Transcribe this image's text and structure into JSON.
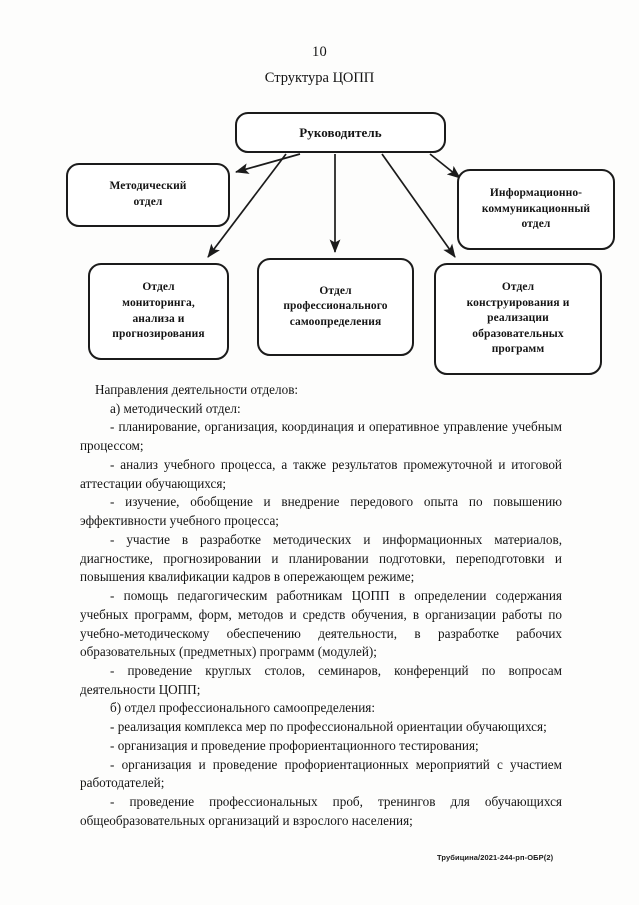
{
  "page": {
    "number": "10",
    "title": "Структура ЦОПП",
    "footer_reference": "Трубицина/2021-244-рп-ОБР(2)",
    "background_color": "#fdfdfc",
    "ink_color": "#141414"
  },
  "diagram": {
    "type": "org-chart",
    "root": {
      "label": "Руководитель"
    },
    "nodes": [
      {
        "id": "methodical",
        "label": "Методический\nотдел"
      },
      {
        "id": "info",
        "label": "Информационно-\nкоммуникационный\nотдел"
      },
      {
        "id": "monitoring",
        "label": "Отдел\nмониторинга,\nанализа и\nпрогнозирования"
      },
      {
        "id": "professional",
        "label": "Отдел\nпрофессионального\nсамоопределения"
      },
      {
        "id": "construction",
        "label": "Отдел\nконструирования и\nреализации\nобразовательных\nпрограмм"
      }
    ],
    "edges": [
      {
        "from": "root",
        "to": "methodical"
      },
      {
        "from": "root",
        "to": "monitoring"
      },
      {
        "from": "root",
        "to": "professional"
      },
      {
        "from": "root",
        "to": "construction"
      },
      {
        "from": "root",
        "to": "info"
      }
    ]
  },
  "content": {
    "intro": "Направления деятельности отделов:",
    "section_a_heading": "а) методический отдел:",
    "a_items": [
      "- планирование, организация, координация и оперативное управление учебным процессом;",
      "- анализ учебного процесса, а также результатов промежуточной и итоговой аттестации обучающихся;",
      "- изучение, обобщение и внедрение передового опыта по повышению эффективности учебного процесса;",
      "- участие в разработке методических и информационных материалов, диагностике, прогнозировании и планировании подготовки, переподготовки и повышения квалификации кадров в опережающем режиме;",
      "- помощь педагогическим работникам ЦОПП в определении содержания учебных программ, форм, методов и средств обучения, в организации работы по учебно-методическому обеспечению деятельности, в разработке рабочих образовательных (предметных) программ (модулей);",
      "- проведение круглых столов, семинаров, конференций по вопросам деятельности ЦОПП;"
    ],
    "section_b_heading": "б) отдел профессионального самоопределения:",
    "b_items": [
      "- реализация комплекса мер по профессиональной ориентации обучающихся;",
      "- организация и проведение профориентационного тестирования;",
      "- организация и проведение профориентационных мероприятий с участием работодателей;",
      "- проведение профессиональных проб, тренингов для обучающихся общеобразовательных организаций и взрослого населения;"
    ]
  }
}
